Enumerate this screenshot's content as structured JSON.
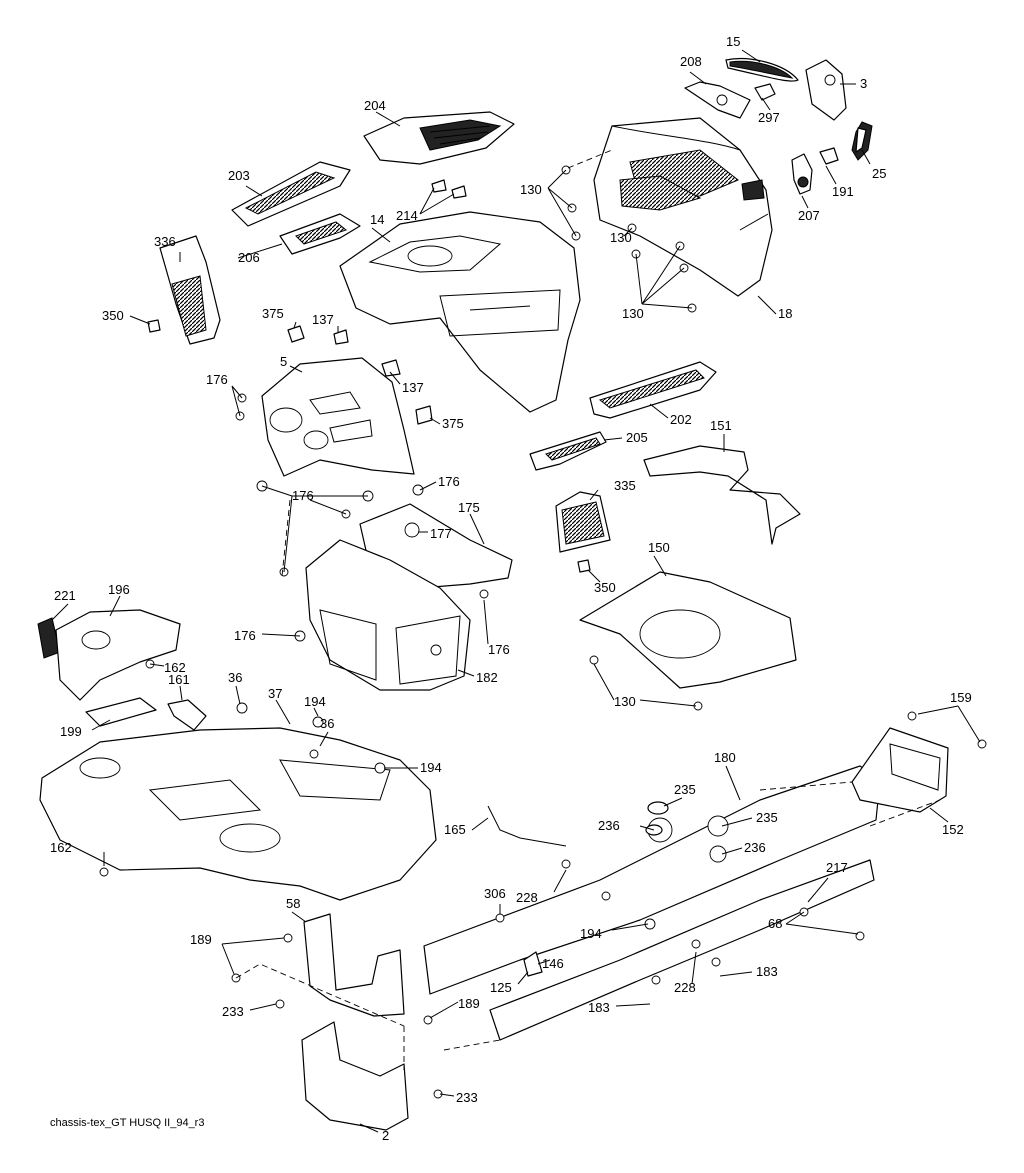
{
  "caption": "chassis-tex_GT HUSQ II_94_r3",
  "labels": {
    "p15": "15",
    "p208": "208",
    "p3": "3",
    "p297": "297",
    "p204": "204",
    "p25": "25",
    "p191": "191",
    "p207": "207",
    "p130a": "130",
    "p130b": "130",
    "p130c": "130",
    "p18": "18",
    "p203": "203",
    "p214": "214",
    "p14": "14",
    "p206": "206",
    "p336": "336",
    "p350a": "350",
    "p375a": "375",
    "p137a": "137",
    "p5": "5",
    "p137b": "137",
    "p176a": "176",
    "p375b": "375",
    "p202": "202",
    "p205": "205",
    "p151": "151",
    "p176b": "176",
    "p176c": "176",
    "p335": "335",
    "p177": "177",
    "p175": "175",
    "p350b": "350",
    "p150": "150",
    "p221": "221",
    "p196": "196",
    "p176d": "176",
    "p176e": "176",
    "p162a": "162",
    "p182": "182",
    "p161": "161",
    "p36a": "36",
    "p37": "37",
    "p194a": "194",
    "p36b": "36",
    "p130d": "130",
    "p159": "159",
    "p199": "199",
    "p194b": "194",
    "p180": "180",
    "p235a": "235",
    "p236a": "236",
    "p235b": "235",
    "p165": "165",
    "p236b": "236",
    "p152": "152",
    "p162b": "162",
    "p217": "217",
    "p228a": "228",
    "p306": "306",
    "p58": "58",
    "p194c": "194",
    "p68": "68",
    "p189a": "189",
    "p146": "146",
    "p125": "125",
    "p228b": "228",
    "p183a": "183",
    "p189b": "189",
    "p233a": "233",
    "p183b": "183",
    "p233b": "233",
    "p2": "2"
  }
}
